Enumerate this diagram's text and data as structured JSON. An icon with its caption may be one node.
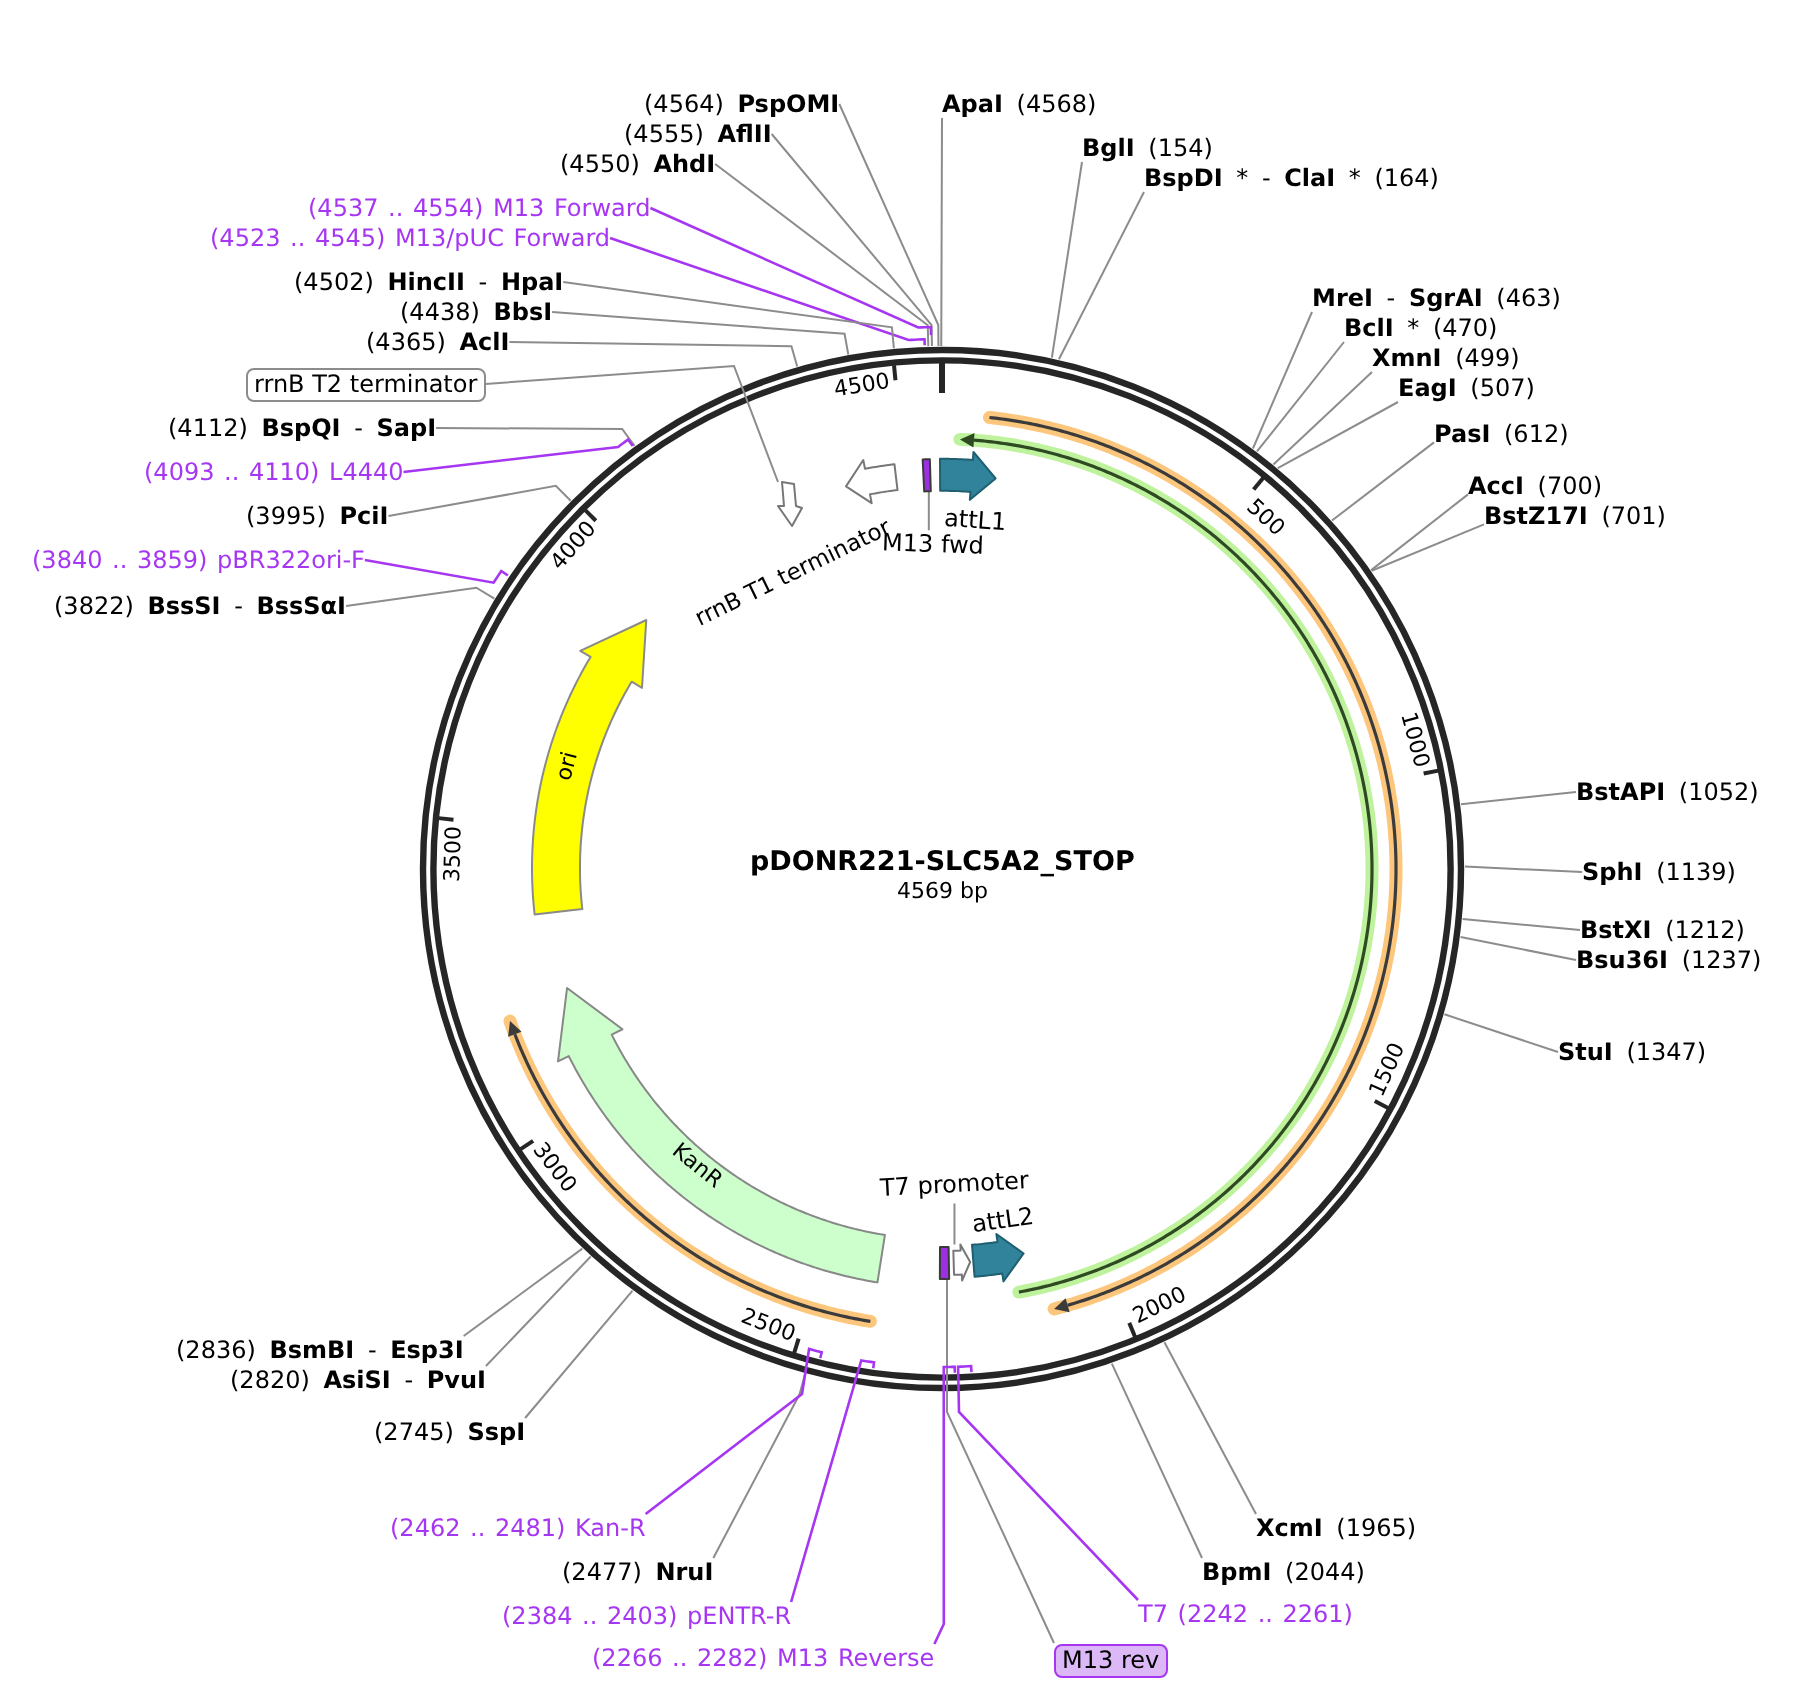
{
  "diagram": {
    "title": "pDONR221-SLC5A2_STOP",
    "nodes": [
      {
        "text": [
          "(4564) **PspOMI**"
        ]
      },
      {
        "text": [
          "(4555) **AflII**"
        ]
      },
      {
        "text": [
          "(4550) **AhdI**"
        ]
      },
      {
        "text": [
          "(4537 .. 4554) M13 Forward"
        ]
      },
      {
        "text": [
          "(4523 .. 4545) M13/pUC Forward"
        ]
      },
      {
        "text": [
          "(4502) **HincII** - **HpaI**"
        ]
      },
      {
        "text": [
          "(4438) **BbsI**"
        ]
      },
      {
        "text": [
          "(4365) **AclI**"
        ]
      },
      {
        "text": [
          "rrnB T2 terminator"
        ]
      },
      {
        "text": [
          "(4112) **BspQI** - **SapI**"
        ]
      },
      {
        "text": [
          "(4093 .. 4110) L4440"
        ]
      },
      {
        "text": [
          "(3995) **PciI**"
        ]
      },
      {
        "text": [
          "(3840 .. 3859) pBR322ori-F"
        ]
      },
      {
        "text": [
          "(3822) **BssSI** - **BssSαI**"
        ]
      },
      {
        "text": [
          "**ApaI** (4568)"
        ]
      },
      {
        "text": [
          "**BglI** (154)"
        ]
      },
      {
        "text": [
          "**BspDI** * - **ClaI** * (164)"
        ]
      },
      {
        "text": [
          "**MreI** - **SgrAI** (463)"
        ]
      },
      {
        "text": [
          "**BclI** * (470)"
        ]
      },
      {
        "text": [
          "**XmnI** (499)"
        ]
      },
      {
        "text": [
          "**EagI** (507)"
        ]
      },
      {
        "text": [
          "**PasI** (612)"
        ]
      },
      {
        "text": [
          "**AccI** (700)"
        ]
      },
      {
        "text": [
          "**BstZ17I** (701)"
        ]
      },
      {
        "text": [
          "**BstAPI** (1052)"
        ]
      },
      {
        "text": [
          "**SphI** (1139)"
        ]
      },
      {
        "text": [
          "**BstXI** (1212)"
        ]
      },
      {
        "text": [
          "**Bsu36I** (1237)"
        ]
      },
      {
        "text": [
          "**StuI** (1347)"
        ]
      },
      {
        "text": [
          "**XcmI** (1965)"
        ]
      },
      {
        "text": [
          "**BpmI** (2044)"
        ]
      },
      {
        "text": [
          "T7 (2242 .. 2261)"
        ]
      },
      {
        "text": [
          "M13 rev"
        ]
      },
      {
        "text": [
          "(2266 .. 2282) M13 Reverse"
        ]
      },
      {
        "text": [
          "(2384 .. 2403) pENTR-R"
        ]
      },
      {
        "text": [
          "(2477) **NruI**"
        ]
      },
      {
        "text": [
          "(2462 .. 2481) Kan-R"
        ]
      },
      {
        "text": [
          "(2745) **SspI**"
        ]
      },
      {
        "text": [
          "(2820) **AsiSI** - **PvuI**"
        ]
      },
      {
        "text": [
          "(2836) **BsmBI** - **Esp3I**"
        ]
      },
      {
        "text": [
          "attL1"
        ]
      },
      {
        "text": [],
        "shape": "bar"
      },
      {
        "text": [
          "M13 fwd"
        ]
      },
      {
        "text": [
          "rrnB T1 terminator"
        ]
      },
      {
        "text": [],
        "shape": "arrow"
      },
      {
        "text": [
          "ori"
        ]
      },
      {
        "text": [
          "KanR"
        ]
      },
      {
        "text": [],
        "shape": "arrow"
      },
      {
        "text": [
          "T7 promoter"
        ]
      },
      {
        "text": [
          "attL2"
        ]
      },
      {
        "text": [],
        "shape": "bar"
      }
    ],
    "edges": [
      {
        "from": 0,
        "to": null,
        "arrow": "none"
      },
      {
        "from": 1,
        "to": null,
        "arrow": "none"
      },
      {
        "from": 2,
        "to": null,
        "arrow": "none"
      },
      {
        "from": 3,
        "to": null,
        "arrow": "none",
        "color": "#a636f2"
      },
      {
        "from": 4,
        "to": null,
        "arrow": "none",
        "color": "#a636f2"
      },
      {
        "from": 5,
        "to": null,
        "arrow": "none"
      },
      {
        "from": 6,
        "to": null,
        "arrow": "none"
      },
      {
        "from": 7,
        "to": null,
        "arrow": "none"
      },
      {
        "from": 8,
        "to": 44,
        "arrow": "none"
      },
      {
        "from": 9,
        "to": null,
        "arrow": "none"
      },
      {
        "from": 10,
        "to": null,
        "arrow": "none",
        "color": "#a636f2"
      },
      {
        "from": 11,
        "to": null,
        "arrow": "none"
      },
      {
        "from": 12,
        "to": null,
        "arrow": "none",
        "color": "#a636f2"
      },
      {
        "from": 13,
        "to": null,
        "arrow": "none"
      },
      {
        "from": 14,
        "to": null,
        "arrow": "none"
      },
      {
        "from": 15,
        "to": null,
        "arrow": "none"
      },
      {
        "from": 16,
        "to": null,
        "arrow": "none"
      },
      {
        "from": 17,
        "to": null,
        "arrow": "none"
      },
      {
        "from": 18,
        "to": null,
        "arrow": "none"
      },
      {
        "from": 19,
        "to": null,
        "arrow": "none"
      },
      {
        "from": 20,
        "to": null,
        "arrow": "none"
      },
      {
        "from": 21,
        "to": null,
        "arrow": "none"
      },
      {
        "from": 22,
        "to": null,
        "arrow": "none"
      },
      {
        "from": 23,
        "to": null,
        "arrow": "none"
      },
      {
        "from": 24,
        "to": null,
        "arrow": "none"
      },
      {
        "from": 25,
        "to": null,
        "arrow": "none"
      },
      {
        "from": 26,
        "to": null,
        "arrow": "none"
      },
      {
        "from": 27,
        "to": null,
        "arrow": "none"
      },
      {
        "from": 28,
        "to": null,
        "arrow": "none"
      },
      {
        "from": 29,
        "to": null,
        "arrow": "none"
      },
      {
        "from": 30,
        "to": null,
        "arrow": "none"
      },
      {
        "from": 31,
        "to": null,
        "arrow": "none",
        "color": "#a636f2"
      },
      {
        "from": 32,
        "to": 50,
        "arrow": "none"
      },
      {
        "from": 33,
        "to": null,
        "arrow": "none",
        "color": "#a636f2"
      },
      {
        "from": 34,
        "to": null,
        "arrow": "none",
        "color": "#a636f2"
      },
      {
        "from": 35,
        "to": null,
        "arrow": "none"
      },
      {
        "from": 36,
        "to": null,
        "arrow": "none",
        "color": "#a636f2"
      },
      {
        "from": 37,
        "to": null,
        "arrow": "none"
      },
      {
        "from": 38,
        "to": null,
        "arrow": "none"
      },
      {
        "from": 39,
        "to": null,
        "arrow": "none"
      },
      {
        "from": 42,
        "to": 41,
        "arrow": "none"
      },
      {
        "from": 48,
        "to": 47,
        "arrow": "none"
      }
    ],
    "labels": [
      "500",
      "1000",
      "1500",
      "2000",
      "2500",
      "3000",
      "3500",
      "4000",
      "4500",
      "4569 bp"
    ]
  }
}
